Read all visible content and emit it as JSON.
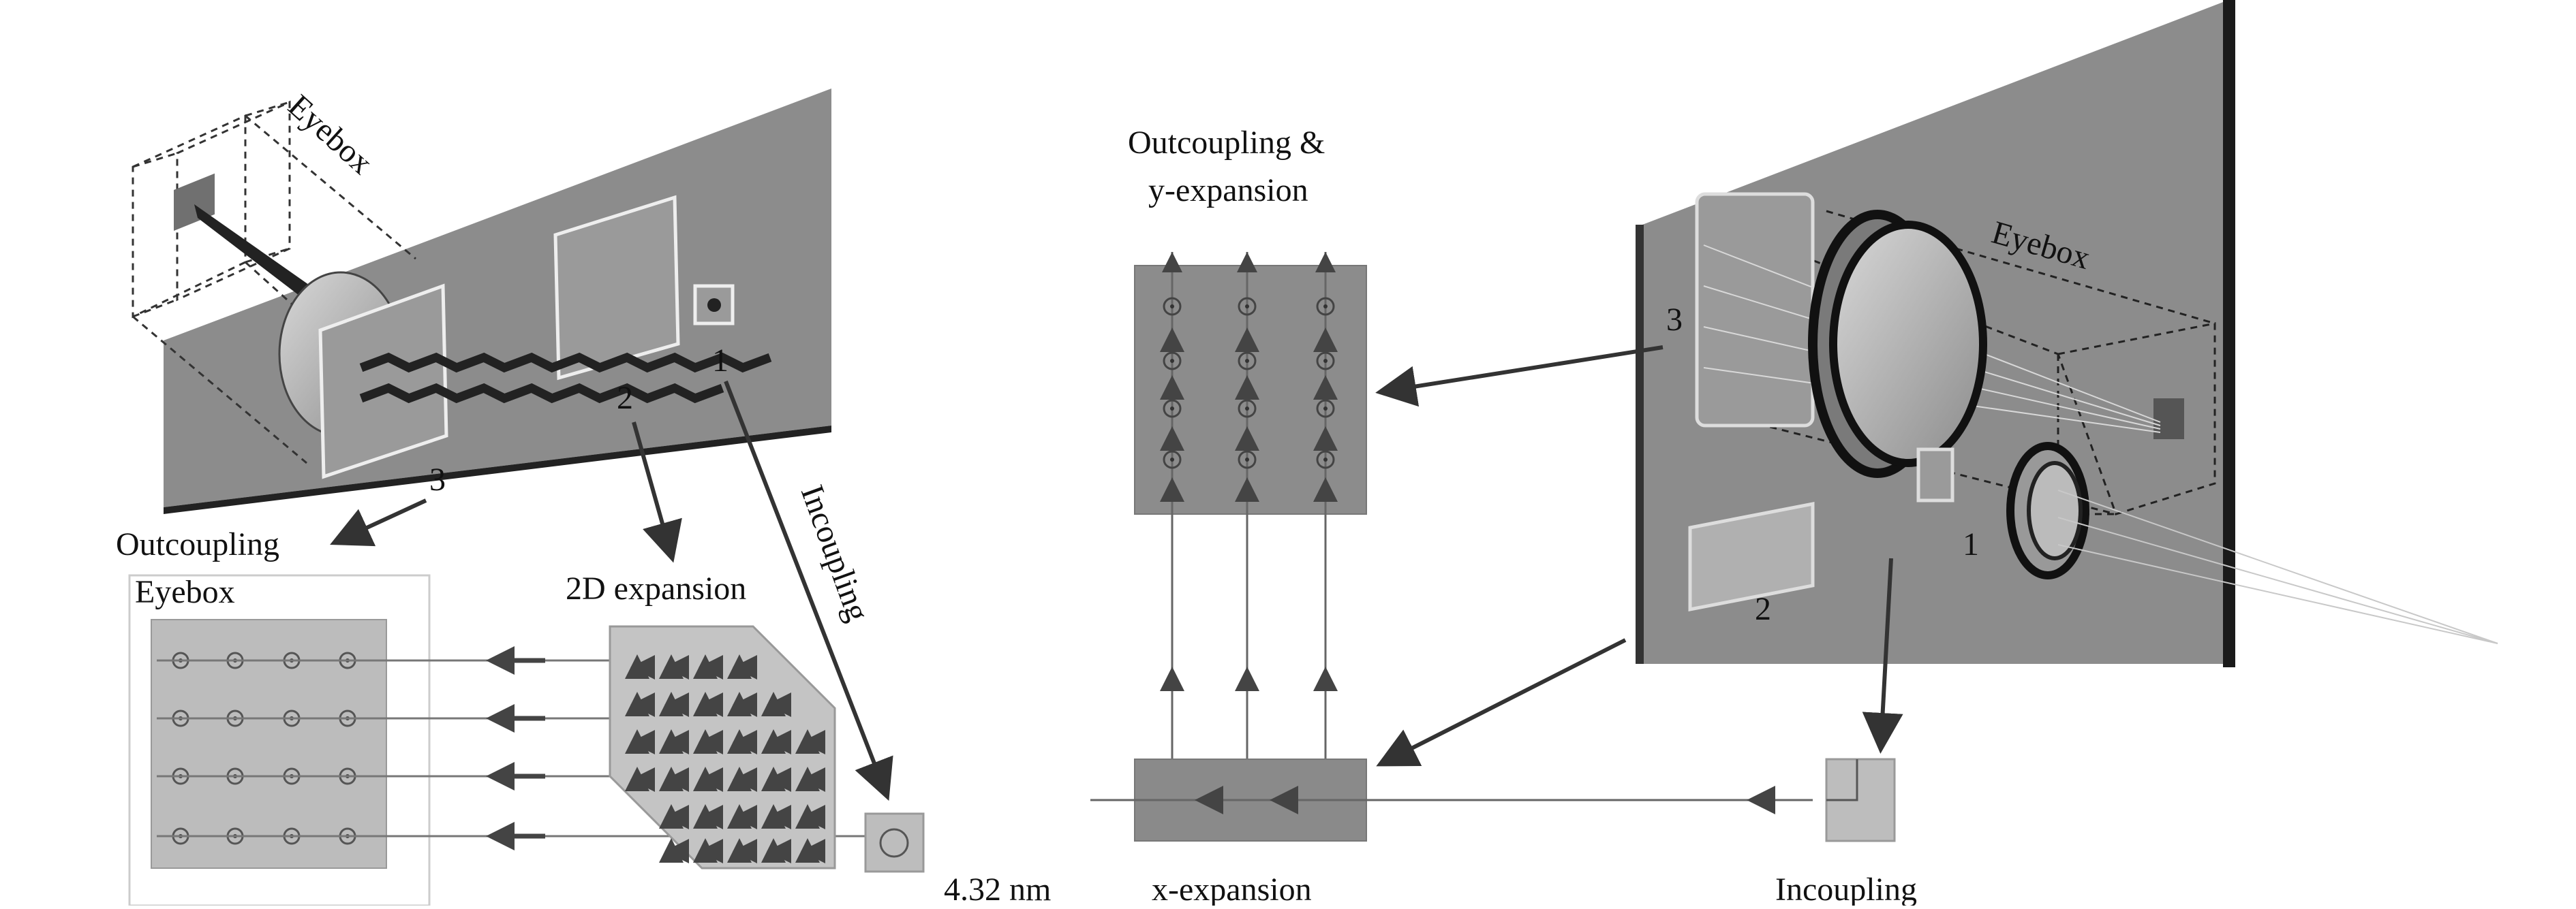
{
  "left": {
    "eyebox_label": "Eyebox",
    "num_1": "1",
    "num_2": "2",
    "num_3": "3",
    "incoupling": "Incoupling",
    "outcoupling": "Outcoupling",
    "eyebox_panel_label": "Eyebox",
    "expansion_2d": "2D expansion",
    "measurement": "4.32 nm"
  },
  "middle": {
    "outcoupling_line1": "Outcoupling &",
    "outcoupling_line2": "y-expansion",
    "x_expansion": "x-expansion"
  },
  "right": {
    "eyebox_label": "Eyebox",
    "num_1": "1",
    "num_2": "2",
    "num_3": "3",
    "incoupling": "Incoupling"
  },
  "colors": {
    "plate": "#8a8a8a",
    "panel_gray": "#b8b8b8",
    "panel_dark": "#888888",
    "arrow": "#3a3a3a"
  }
}
